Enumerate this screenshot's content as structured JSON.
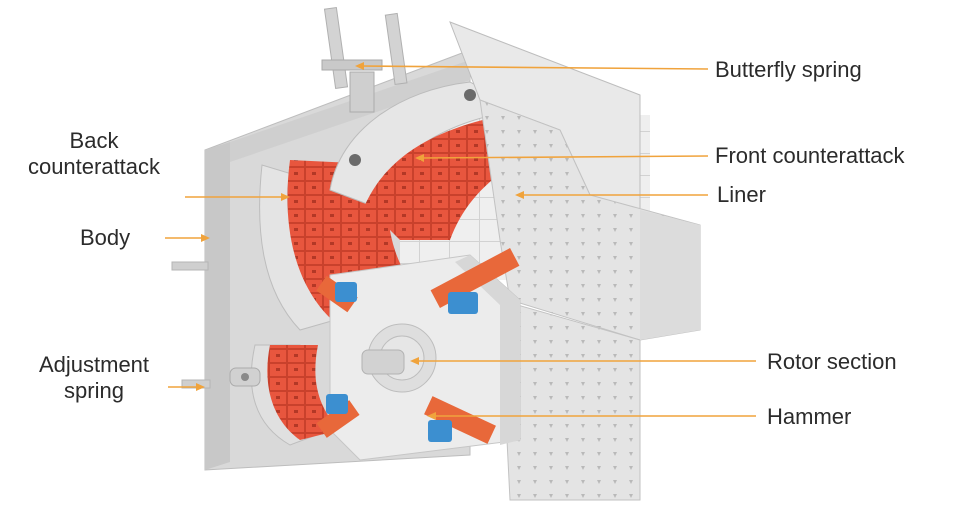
{
  "labels": {
    "butterfly_spring": "Butterfly spring",
    "back_counterattack_line1": "Back",
    "back_counterattack_line2": "counterattack",
    "front_counterattack": "Front counterattack",
    "liner": "Liner",
    "body": "Body",
    "adjustment_spring_line1": "Adjustment",
    "adjustment_spring_line2": "spring",
    "rotor_section": "Rotor section",
    "hammer": "Hammer"
  },
  "colors": {
    "leader_line": "#f0a33c",
    "label_text": "#2b2b2b",
    "body_metal": "#dcdcdc",
    "plate_red": "#e8573f",
    "hammer_orange": "#e8683a",
    "hammer_holder_blue": "#3c8fd0"
  }
}
